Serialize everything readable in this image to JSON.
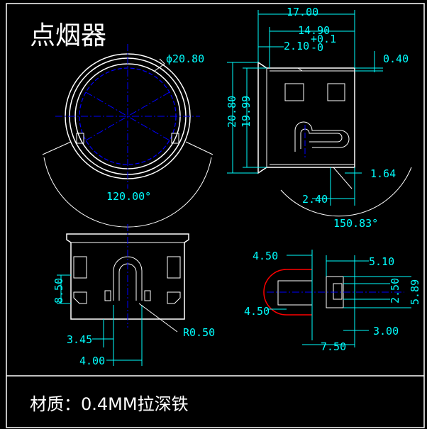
{
  "title": "点烟器",
  "material": "材质：0.4MM拉深铁",
  "colors": {
    "background": "#000000",
    "outline": "#ffffff",
    "dimension": "#00ffff",
    "centerline": "#0000ff",
    "highlight": "#ff0000"
  },
  "dims": {
    "diameter": "ϕ20.80",
    "angle_top": "120.00°",
    "overall_len": "17.00",
    "body_len": "14.90",
    "tol_plus": "+0.1",
    "tol_minus": "-0",
    "flange": "2.10",
    "thickness": "0.40",
    "od": "20.80",
    "id": "19.99",
    "gap": "1.64",
    "slot_pos": "2.40",
    "angle_side": "150.83°",
    "slot_h": "8.50",
    "slot_off": "3.45",
    "slot_w": "4.00",
    "radius": "R0.50",
    "tab_a": "4.50",
    "tab_b": "5.10",
    "tab_c": "4.50",
    "tab_d": "2.50",
    "tab_e": "5.89",
    "tab_f": "7.50",
    "tab_g": "3.00"
  }
}
